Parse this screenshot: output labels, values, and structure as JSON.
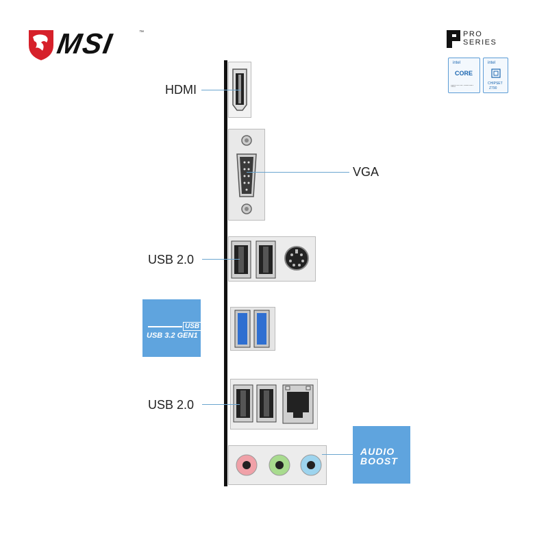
{
  "brand": {
    "name": "MSI",
    "logo_icon": "msi-dragon-shield-icon"
  },
  "series_badge": {
    "line1": "PRO",
    "line2": "SERIES"
  },
  "intel_badges": {
    "core": {
      "brand": "intel",
      "name": "CORE",
      "caption": "Supports Intel Core / Pentium Gold & Celeron"
    },
    "chipset": {
      "brand": "intel",
      "name": "CHIPSET",
      "model": "Z790"
    }
  },
  "ports": {
    "hdmi": "HDMI",
    "vga": "VGA",
    "usb2_top": "USB 2.0",
    "usb2_bottom": "USB 2.0"
  },
  "usb_badge": {
    "logo": "USB",
    "text": "USB 3.2 GEN1"
  },
  "audio_badge": {
    "line1": "AUDIO",
    "line2": "BOOST"
  },
  "colors": {
    "accent_blue": "#5fa4de",
    "msi_red": "#d6202a",
    "usb3_blue": "#2f6fd1",
    "audio_pink": "#f0a1a8",
    "audio_green": "#a8db8e",
    "audio_blue": "#9dd4ee"
  }
}
